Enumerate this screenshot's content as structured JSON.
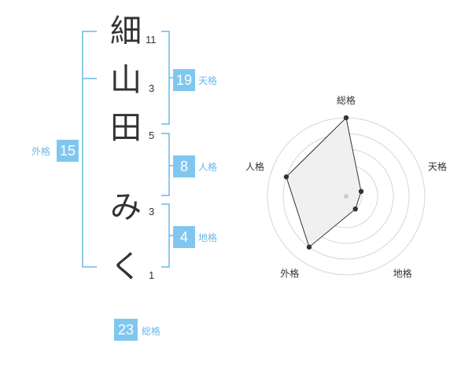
{
  "characters": [
    {
      "char": "細",
      "strokes": "11"
    },
    {
      "char": "山",
      "strokes": "3"
    },
    {
      "char": "田",
      "strokes": "5"
    },
    {
      "char": "み",
      "strokes": "3"
    },
    {
      "char": "く",
      "strokes": "1"
    }
  ],
  "fortune": {
    "tenkaku": {
      "value": "19",
      "label": "天格"
    },
    "jinkaku": {
      "value": "8",
      "label": "人格"
    },
    "chikaku": {
      "value": "4",
      "label": "地格"
    },
    "gaikaku": {
      "value": "15",
      "label": "外格"
    },
    "soukaku": {
      "value": "23",
      "label": "総格"
    }
  },
  "colors": {
    "accent": "#80c7f0",
    "bracket": "#6ab8e8",
    "text": "#333333"
  },
  "chart_data": {
    "type": "radar",
    "axes": [
      "総格",
      "天格",
      "地格",
      "外格",
      "人格"
    ],
    "values": [
      5,
      1,
      1,
      4,
      4
    ],
    "range": [
      0,
      5
    ]
  }
}
